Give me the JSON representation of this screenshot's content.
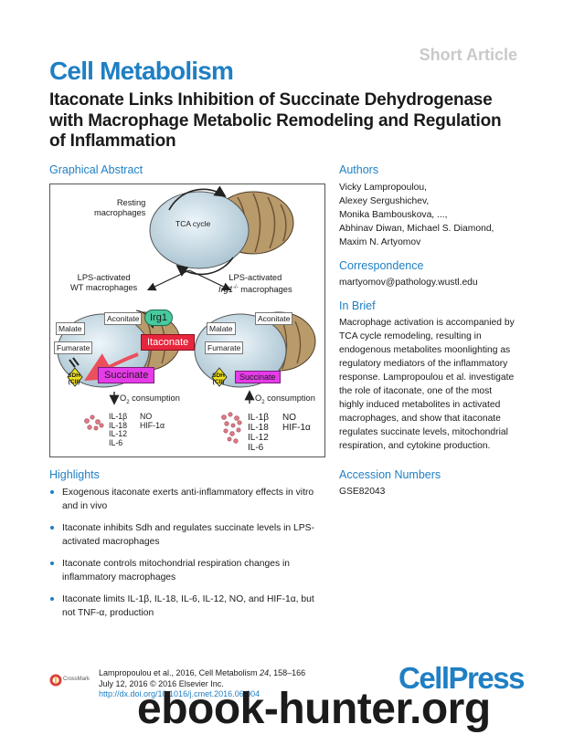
{
  "header": {
    "article_type": "Short Article",
    "journal": "Cell Metabolism",
    "title": "Itaconate Links Inhibition of Succinate Dehydrogenase with Macrophage Metabolic Remodeling and Regulation of Inflammation"
  },
  "graphical_abstract": {
    "heading": "Graphical Abstract",
    "resting_label": "Resting\nmacrophages",
    "tca_label": "TCA cycle",
    "wt_label": "LPS-activated\nWT macrophages",
    "ko_label_line1": "LPS-activated",
    "ko_label_gene": "Irg1",
    "ko_label_sup": "-/-",
    "ko_label_tail": " macrophages",
    "malate": "Malate",
    "fumarate": "Fumarate",
    "aconitate": "Aconitate",
    "irg1": "Irg1",
    "itaconate": "Itaconate",
    "sdh": "SDH\n(CII)",
    "succinate": "Succinate",
    "o2_left": "O",
    "o2_sub": "2",
    "o2_rest": " consumption",
    "cytokines_left": "IL-1β\nIL-18\nIL-12\nIL-6",
    "cytokines_right": "NO\nHIF-1α",
    "colors": {
      "itaconate": "#e7263d",
      "succinate": "#e63be8",
      "irg1": "#48c99e",
      "sdh": "#f2e11a",
      "arrow_red": "#e9505c"
    }
  },
  "authors": {
    "heading": "Authors",
    "lines": [
      "Vicky Lampropoulou,",
      "Alexey Sergushichev,",
      "Monika Bambouskova, ...,",
      "Abhinav Diwan, Michael S. Diamond,",
      "Maxim N. Artyomov"
    ]
  },
  "correspondence": {
    "heading": "Correspondence",
    "email": "martyomov@pathology.wustl.edu"
  },
  "in_brief": {
    "heading": "In Brief",
    "text": "Macrophage activation is accompanied by TCA cycle remodeling, resulting in endogenous metabolites moonlighting as regulatory mediators of the inflammatory response. Lampropoulou et al. investigate the role of itaconate, one of the most highly induced metabolites in activated macrophages, and show that itaconate regulates succinate levels, mitochondrial respiration, and cytokine production."
  },
  "accession": {
    "heading": "Accession Numbers",
    "id": "GSE82043"
  },
  "highlights": {
    "heading": "Highlights",
    "items": [
      "Exogenous itaconate exerts anti-inflammatory effects in vitro and in vivo",
      "Itaconate inhibits Sdh and regulates succinate levels in LPS-activated macrophages",
      "Itaconate controls mitochondrial respiration changes in inflammatory macrophages",
      "Itaconate limits IL-1β, IL-18, IL-6, IL-12, NO, and HIF-1α, but not TNF-α, production"
    ]
  },
  "footer": {
    "citation_prefix": "Lampropoulou et al., 2016, Cell Metabolism ",
    "volume": "24",
    "pages": ", 158–166",
    "date": "July 12, 2016 © 2016 Elsevier Inc.",
    "doi": "http://dx.doi.org/10.1016/j.cmet.2016.06.004",
    "crossmark": "CrossMark",
    "publisher": "CellPress",
    "watermark": "ebook-hunter.org"
  }
}
